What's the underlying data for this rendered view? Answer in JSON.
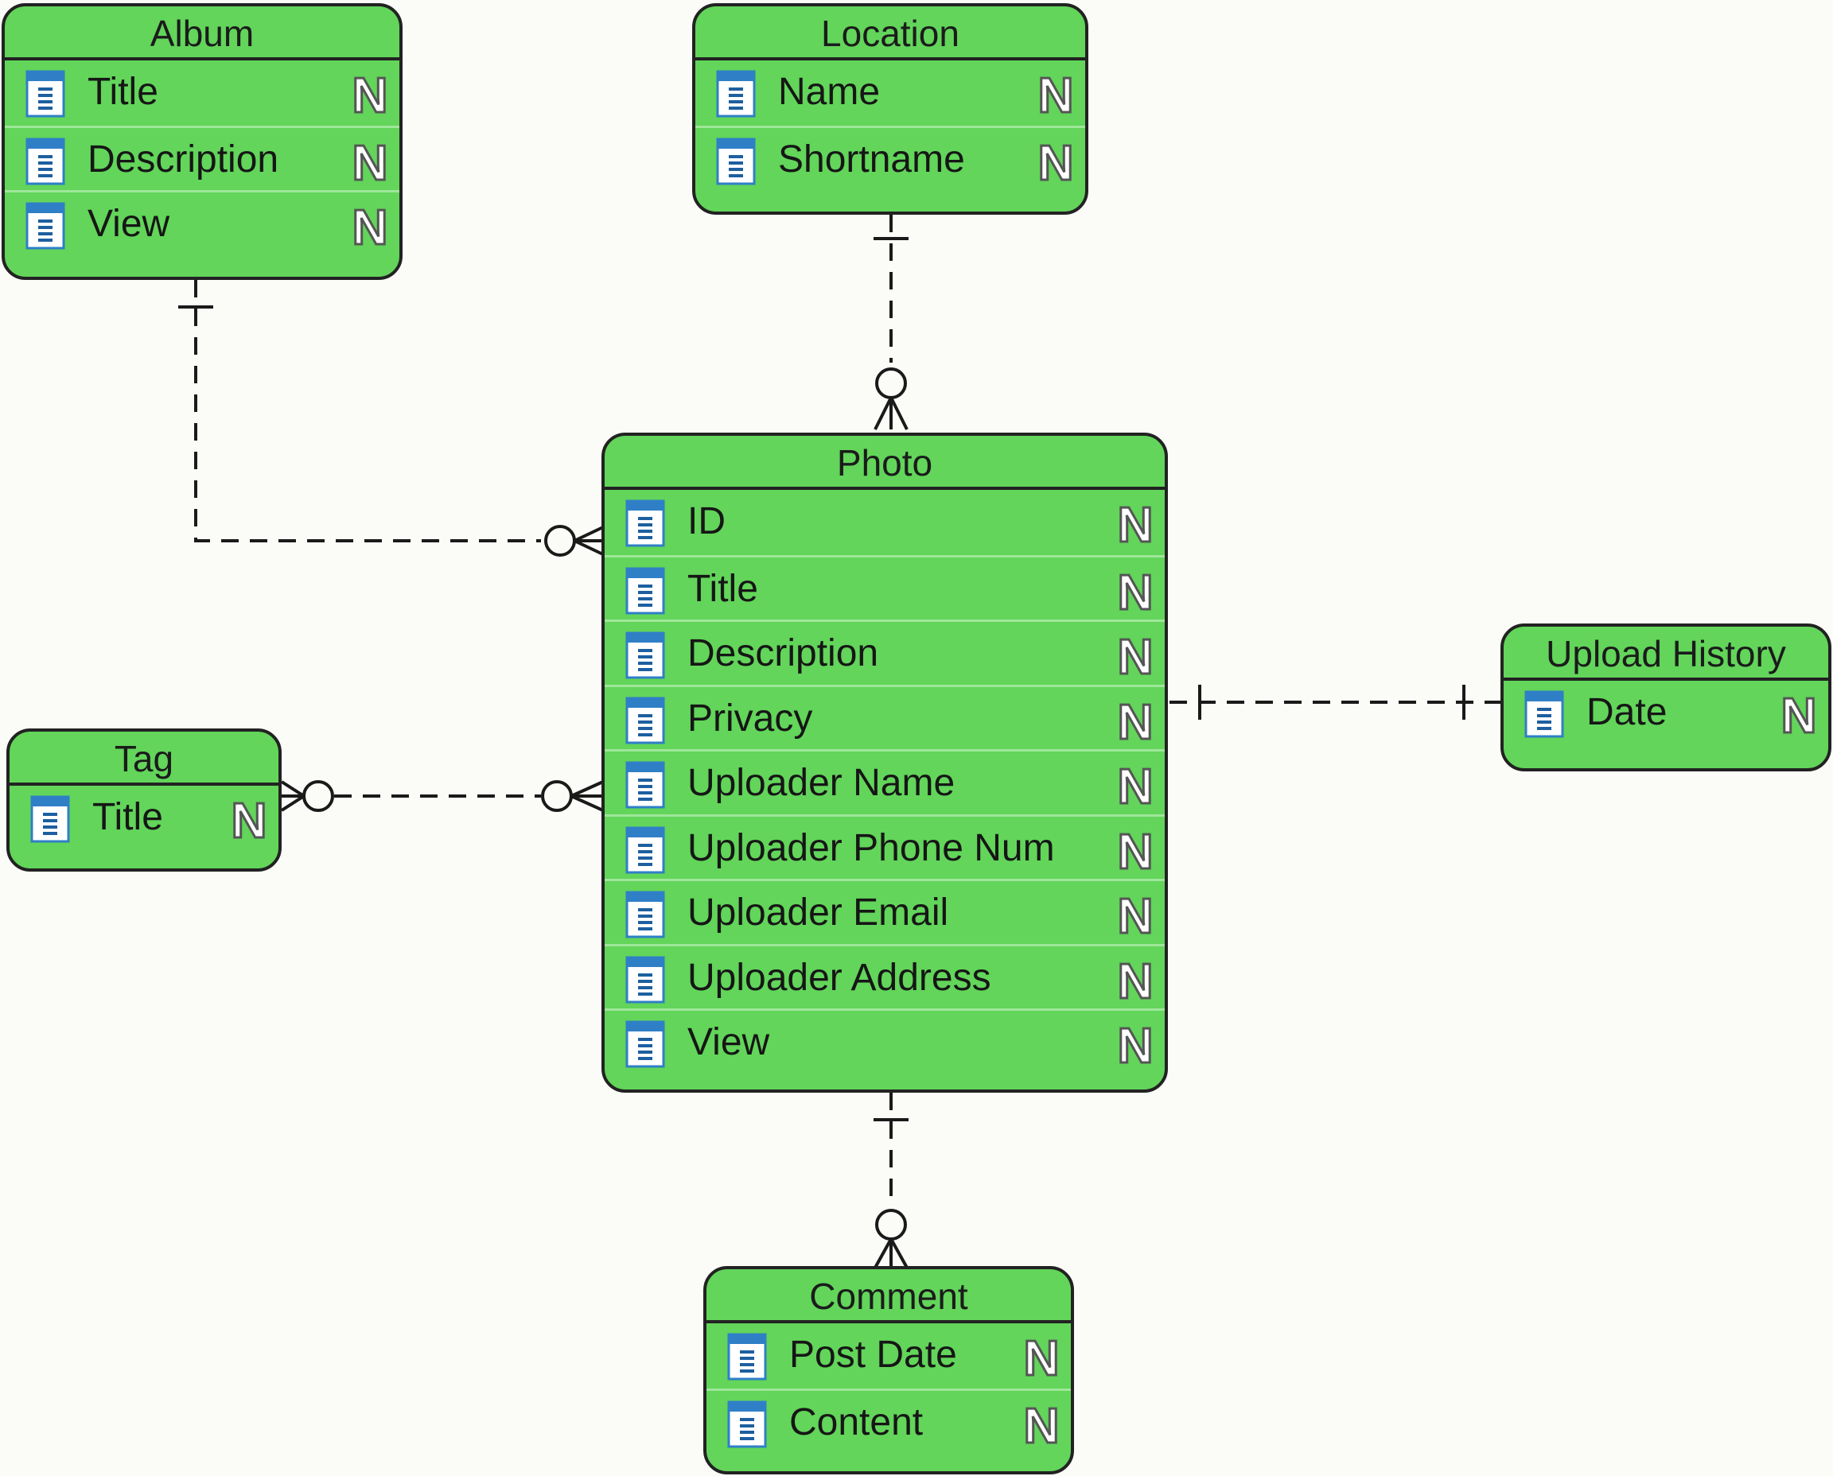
{
  "colors": {
    "background": "#fbfbf8",
    "entity_fill": "#62d55a",
    "entity_border": "#222222",
    "row_divider": "#9fe79a",
    "connector": "#1a1a1a",
    "column_icon": "#2f7fc7"
  },
  "icons": {
    "column": "table-column-icon",
    "nullable": "nullable-n-icon"
  },
  "entities": {
    "album": {
      "name": "Album",
      "columns": [
        {
          "name": "Title",
          "flag": "N"
        },
        {
          "name": "Description",
          "flag": "N"
        },
        {
          "name": "View",
          "flag": "N"
        }
      ]
    },
    "location": {
      "name": "Location",
      "columns": [
        {
          "name": "Name",
          "flag": "N"
        },
        {
          "name": "Shortname",
          "flag": "N"
        }
      ]
    },
    "photo": {
      "name": "Photo",
      "columns": [
        {
          "name": "ID",
          "flag": "N"
        },
        {
          "name": "Title",
          "flag": "N"
        },
        {
          "name": "Description",
          "flag": "N"
        },
        {
          "name": "Privacy",
          "flag": "N"
        },
        {
          "name": "Uploader Name",
          "flag": "N"
        },
        {
          "name": "Uploader Phone Num",
          "flag": "N"
        },
        {
          "name": "Uploader Email",
          "flag": "N"
        },
        {
          "name": "Uploader Address",
          "flag": "N"
        },
        {
          "name": "View",
          "flag": "N"
        }
      ]
    },
    "tag": {
      "name": "Tag",
      "columns": [
        {
          "name": "Title",
          "flag": "N"
        }
      ]
    },
    "upload_history": {
      "name": "Upload History",
      "columns": [
        {
          "name": "Date",
          "flag": "N"
        }
      ]
    },
    "comment": {
      "name": "Comment",
      "columns": [
        {
          "name": "Post Date",
          "flag": "N"
        },
        {
          "name": "Content",
          "flag": "N"
        }
      ]
    }
  },
  "relationships": [
    {
      "from": "album",
      "to": "photo",
      "from_end": "one",
      "to_end": "zero-or-many"
    },
    {
      "from": "location",
      "to": "photo",
      "from_end": "one",
      "to_end": "zero-or-many"
    },
    {
      "from": "tag",
      "to": "photo",
      "from_end": "zero-or-many",
      "to_end": "zero-or-many"
    },
    {
      "from": "photo",
      "to": "upload_history",
      "from_end": "one",
      "to_end": "one"
    },
    {
      "from": "photo",
      "to": "comment",
      "from_end": "one",
      "to_end": "zero-or-many"
    }
  ]
}
